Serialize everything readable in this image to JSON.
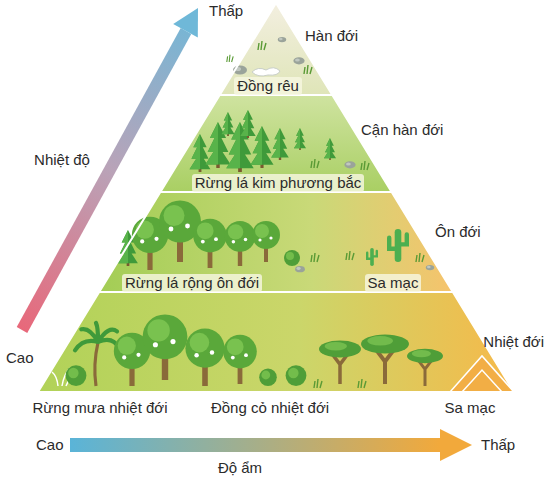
{
  "diagram": {
    "nodes": [
      {
        "text": [
          "Hàn đới",
          "Đồng rêu"
        ]
      },
      {
        "text": [
          "Cận hàn đới",
          "Rừng lá kim phương bắc"
        ]
      },
      {
        "text": [
          "Ôn đới",
          "Rừng lá rộng ôn đới",
          "Sa mạc"
        ]
      },
      {
        "text": [
          "Nhiệt đới",
          "Rừng mưa nhiệt đới",
          "Đồng cỏ nhiệt đới",
          "Sa mạc"
        ]
      }
    ],
    "labels": [
      "Thấp",
      "Nhiệt độ",
      "Cao",
      "Cao",
      "Thấp",
      "Độ ẩm"
    ]
  }
}
